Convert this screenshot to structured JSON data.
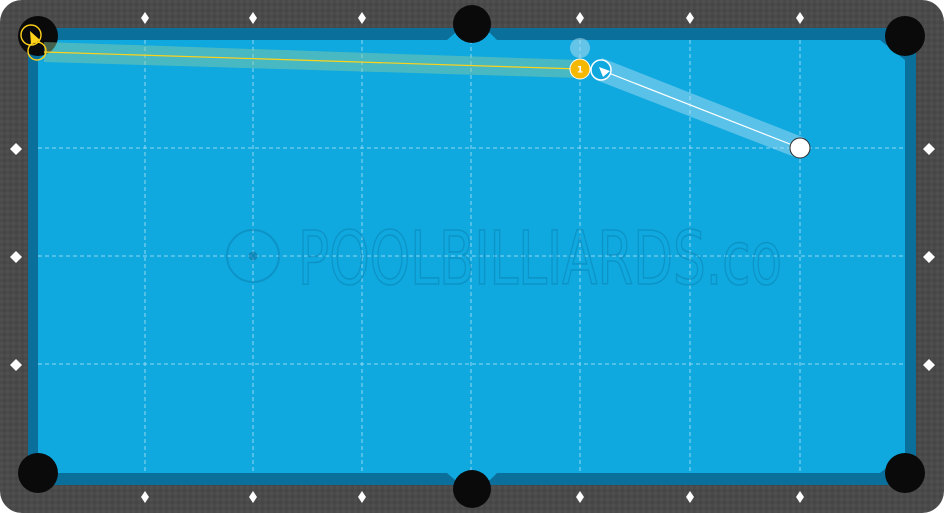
{
  "watermark": {
    "text": "POOLBILLIARDS.co"
  },
  "colors": {
    "rail": "#4a4a4a",
    "cushion": "#0b6f9c",
    "cloth": "#0fa8df",
    "pocket": "#0a0a0a",
    "diamond": "#ffffff",
    "object_ball": "#f5b800",
    "cue_ball": "#ffffff",
    "aim_line": "#ffd21a"
  },
  "object_ball": {
    "number": "1",
    "color": "#f5b800"
  },
  "shot": {
    "target_pocket": "top-left-corner",
    "cue_path": "cue-ball to ghost-ball",
    "object_path": "1-ball to top-left pocket"
  }
}
